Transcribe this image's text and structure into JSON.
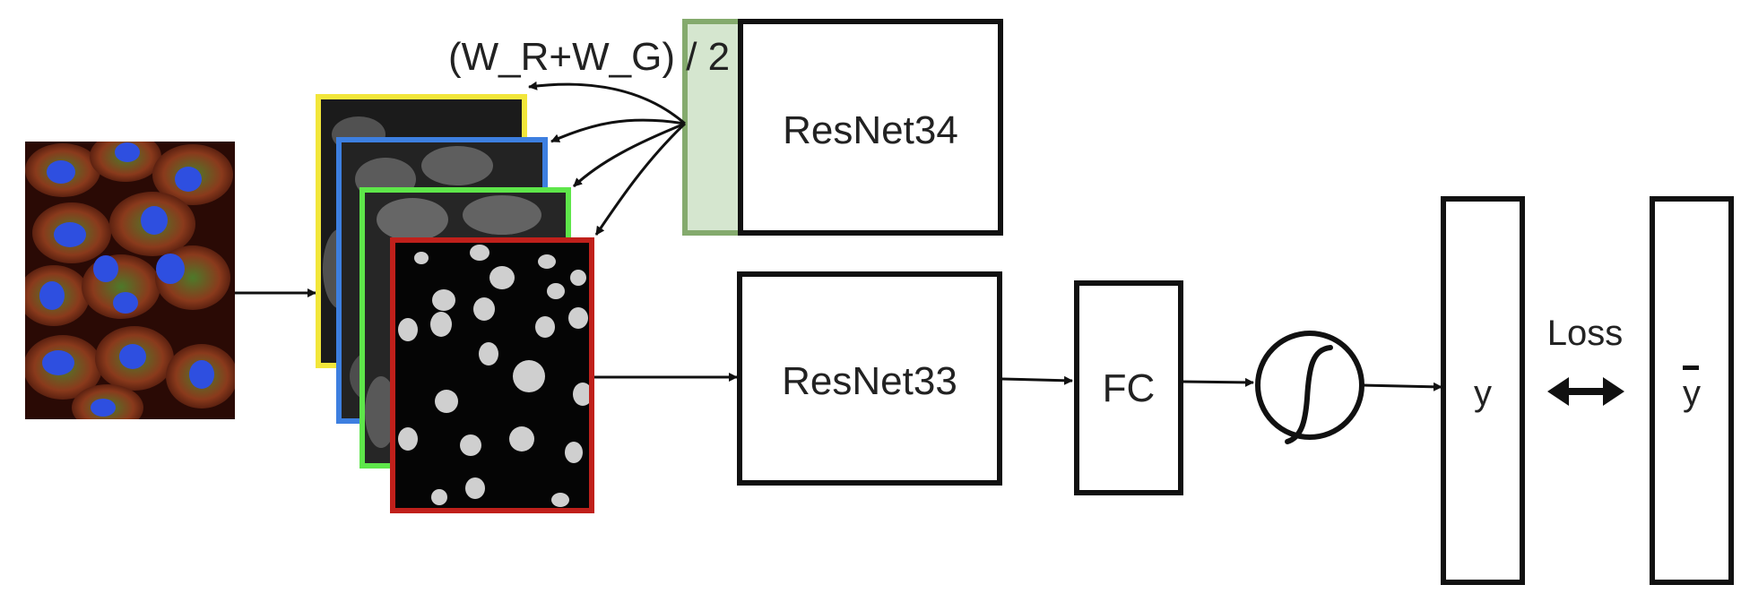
{
  "diagram": {
    "weight_formula": "(W_R+W_G) / 2",
    "resnet34_label": "ResNet34",
    "resnet33_label": "ResNet33",
    "fc_label": "FC",
    "output_label": "y",
    "target_label": "y",
    "loss_label": "Loss"
  },
  "colors": {
    "channel_yellow": "#f2e63a",
    "channel_blue": "#3d7fe0",
    "channel_green": "#5ee64a",
    "channel_red": "#c0201b",
    "first_layer_fill": "#d5e6cf",
    "first_layer_border": "#84aa6d",
    "stroke": "#111111"
  },
  "icons": {
    "activation": "sigmoid-icon",
    "loss_arrow": "double-arrow-icon"
  }
}
